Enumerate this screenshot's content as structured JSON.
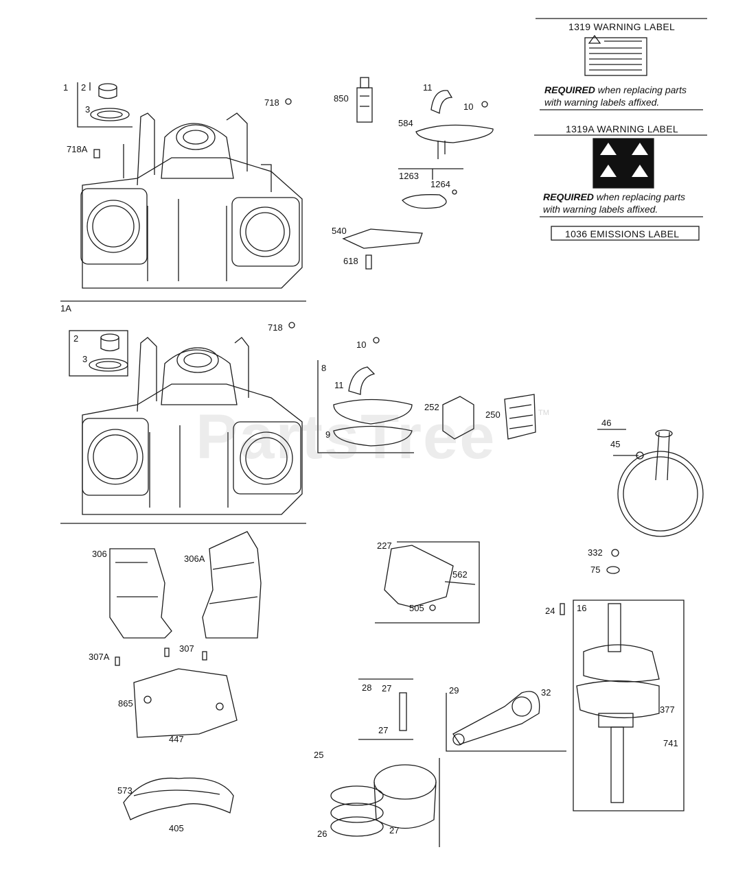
{
  "watermark": "PartsTree",
  "watermark_tm": "TM",
  "labels": {
    "box_1319": "1319 WARNING LABEL",
    "box_1319A": "1319A WARNING LABEL",
    "box_1036": "1036 EMISSIONS LABEL",
    "required_bold": "REQUIRED",
    "required_rest_line1": " when replacing parts",
    "required_line2": "with warning labels affixed."
  },
  "callouts": {
    "c1": "1",
    "c2": "2",
    "c3": "3",
    "c718": "718",
    "c718A": "718A",
    "c1A": "1A",
    "c2b": "2",
    "c3b": "3",
    "c718b": "718",
    "c850": "850",
    "c11": "11",
    "c10": "10",
    "c584": "584",
    "c1263": "1263",
    "c1264": "1264",
    "c540": "540",
    "c618": "618",
    "c10b": "10",
    "c8": "8",
    "c11b": "11",
    "c9": "9",
    "c252": "252",
    "c250": "250",
    "c46": "46",
    "c45": "45",
    "c306": "306",
    "c306A": "306A",
    "c307A": "307A",
    "c307": "307",
    "c865": "865",
    "c447": "447",
    "c573": "573",
    "c405": "405",
    "c227": "227",
    "c562": "562",
    "c505": "505",
    "c332": "332",
    "c75": "75",
    "c24": "24",
    "c16": "16",
    "c28": "28",
    "c27a": "27",
    "c27b": "27",
    "c29": "29",
    "c32": "32",
    "c377": "377",
    "c741": "741",
    "c25": "25",
    "c26": "26",
    "c27c": "27"
  },
  "colors": {
    "line": "#1a1a1a",
    "label_bg": "#111111",
    "label_fg": "#ffffff"
  }
}
